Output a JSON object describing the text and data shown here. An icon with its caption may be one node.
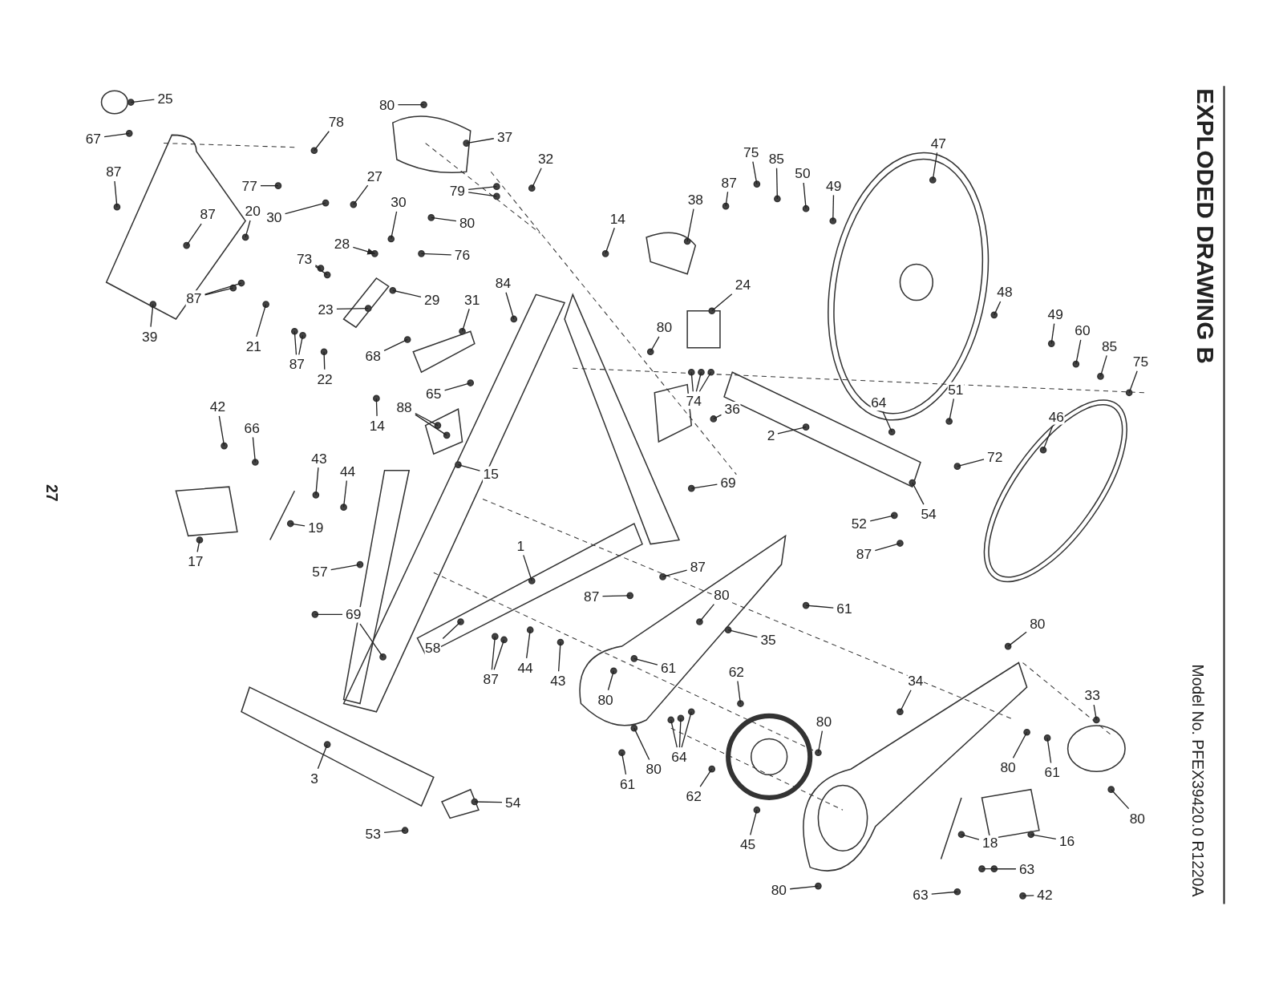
{
  "diagram": {
    "title": "EXPLODED DRAWING B",
    "nodes": [
      {
        "text": [
          "25"
        ]
      },
      {
        "text": [
          "67"
        ]
      },
      {
        "text": [
          "87"
        ]
      },
      {
        "text": [
          "87"
        ]
      },
      {
        "text": [
          "39"
        ]
      },
      {
        "text": [
          "20"
        ]
      },
      {
        "text": [
          "77"
        ]
      },
      {
        "text": [
          "30"
        ]
      },
      {
        "text": [
          "78"
        ]
      },
      {
        "text": [
          "27"
        ]
      },
      {
        "text": [
          "30"
        ]
      },
      {
        "text": [
          "28"
        ]
      },
      {
        "text": [
          "76"
        ]
      },
      {
        "text": [
          "73"
        ]
      },
      {
        "text": [
          "29"
        ]
      },
      {
        "text": [
          "23"
        ]
      },
      {
        "text": [
          "87"
        ]
      },
      {
        "text": [
          "21"
        ]
      },
      {
        "text": [
          "87"
        ]
      },
      {
        "text": [
          "22"
        ]
      },
      {
        "text": [
          "68"
        ]
      },
      {
        "text": [
          "80"
        ]
      },
      {
        "text": [
          "37"
        ]
      },
      {
        "text": [
          "32"
        ]
      },
      {
        "text": [
          "79"
        ]
      },
      {
        "text": [
          "80"
        ]
      },
      {
        "text": [
          "14"
        ]
      },
      {
        "text": [
          "84"
        ]
      },
      {
        "text": [
          "31"
        ]
      },
      {
        "text": [
          "65"
        ]
      },
      {
        "text": [
          "14"
        ]
      },
      {
        "text": [
          "88"
        ]
      },
      {
        "text": [
          "15"
        ]
      },
      {
        "text": [
          "42"
        ]
      },
      {
        "text": [
          "66"
        ]
      },
      {
        "text": [
          "43"
        ]
      },
      {
        "text": [
          "44"
        ]
      },
      {
        "text": [
          "19"
        ]
      },
      {
        "text": [
          "17"
        ]
      },
      {
        "text": [
          "57"
        ]
      },
      {
        "text": [
          "1"
        ]
      },
      {
        "text": [
          "69"
        ]
      },
      {
        "text": [
          "58"
        ]
      },
      {
        "text": [
          "87"
        ]
      },
      {
        "text": [
          "44"
        ]
      },
      {
        "text": [
          "43"
        ]
      },
      {
        "text": [
          "38"
        ]
      },
      {
        "text": [
          "87"
        ]
      },
      {
        "text": [
          "24"
        ]
      },
      {
        "text": [
          "80"
        ]
      },
      {
        "text": [
          "74"
        ]
      },
      {
        "text": [
          "36"
        ]
      },
      {
        "text": [
          "75"
        ]
      },
      {
        "text": [
          "85"
        ]
      },
      {
        "text": [
          "50"
        ]
      },
      {
        "text": [
          "49"
        ]
      },
      {
        "text": [
          "47"
        ]
      },
      {
        "text": [
          "48"
        ]
      },
      {
        "text": [
          "49"
        ]
      },
      {
        "text": [
          "60"
        ]
      },
      {
        "text": [
          "85"
        ]
      },
      {
        "text": [
          "75"
        ]
      },
      {
        "text": [
          "46"
        ]
      },
      {
        "text": [
          "64"
        ]
      },
      {
        "text": [
          "51"
        ]
      },
      {
        "text": [
          "72"
        ]
      },
      {
        "text": [
          "2"
        ]
      },
      {
        "text": [
          "54"
        ]
      },
      {
        "text": [
          "52"
        ]
      },
      {
        "text": [
          "87"
        ]
      },
      {
        "text": [
          "69"
        ]
      },
      {
        "text": [
          "87"
        ]
      },
      {
        "text": [
          "80"
        ]
      },
      {
        "text": [
          "61"
        ]
      },
      {
        "text": [
          "87"
        ]
      },
      {
        "text": [
          "35"
        ]
      },
      {
        "text": [
          "61"
        ]
      },
      {
        "text": [
          "80"
        ]
      },
      {
        "text": [
          "62"
        ]
      },
      {
        "text": [
          "64"
        ]
      },
      {
        "text": [
          "80"
        ]
      },
      {
        "text": [
          "61"
        ]
      },
      {
        "text": [
          "62"
        ]
      },
      {
        "text": [
          "45"
        ]
      },
      {
        "text": [
          "80"
        ]
      },
      {
        "text": [
          "34"
        ]
      },
      {
        "text": [
          "80"
        ]
      },
      {
        "text": [
          "33"
        ]
      },
      {
        "text": [
          "80"
        ]
      },
      {
        "text": [
          "61"
        ]
      },
      {
        "text": [
          "80"
        ]
      },
      {
        "text": [
          "18"
        ]
      },
      {
        "text": [
          "16"
        ]
      },
      {
        "text": [
          "63"
        ]
      },
      {
        "text": [
          "63"
        ]
      },
      {
        "text": [
          "42"
        ]
      },
      {
        "text": [
          "80"
        ]
      },
      {
        "text": [
          "3"
        ]
      },
      {
        "text": [
          "54"
        ]
      },
      {
        "text": [
          "53"
        ]
      }
    ],
    "edges": [
      {
        "from": 0,
        "to": null,
        "arrow": "none"
      },
      {
        "from": 1,
        "to": null,
        "arrow": "none"
      },
      {
        "from": 2,
        "to": null,
        "arrow": "none"
      },
      {
        "from": 3,
        "to": null,
        "arrow": "none"
      },
      {
        "from": 4,
        "to": null,
        "arrow": "none"
      },
      {
        "from": 5,
        "to": null,
        "arrow": "none"
      },
      {
        "from": 6,
        "to": null,
        "arrow": "none"
      },
      {
        "from": 7,
        "to": null,
        "arrow": "none"
      },
      {
        "from": 8,
        "to": null,
        "arrow": "none"
      },
      {
        "from": 9,
        "to": null,
        "arrow": "none"
      },
      {
        "from": 10,
        "to": null,
        "arrow": "none"
      },
      {
        "from": 11,
        "to": null,
        "arrow": "to"
      },
      {
        "from": 12,
        "to": null,
        "arrow": "none"
      },
      {
        "from": 13,
        "to": null,
        "arrow": "none"
      },
      {
        "from": 13,
        "to": null,
        "arrow": "none"
      },
      {
        "from": 14,
        "to": null,
        "arrow": "none"
      },
      {
        "from": 15,
        "to": null,
        "arrow": "none"
      },
      {
        "from": 16,
        "to": null,
        "arrow": "none"
      },
      {
        "from": 16,
        "to": null,
        "arrow": "none"
      },
      {
        "from": 17,
        "to": null,
        "arrow": "none"
      },
      {
        "from": 18,
        "to": null,
        "arrow": "none"
      },
      {
        "from": 18,
        "to": null,
        "arrow": "none"
      },
      {
        "from": 19,
        "to": null,
        "arrow": "none"
      },
      {
        "from": 20,
        "to": null,
        "arrow": "none"
      },
      {
        "from": 21,
        "to": null,
        "arrow": "none"
      },
      {
        "from": 22,
        "to": null,
        "arrow": "none"
      },
      {
        "from": 23,
        "to": null,
        "arrow": "none"
      },
      {
        "from": 24,
        "to": null,
        "arrow": "none"
      },
      {
        "from": 24,
        "to": null,
        "arrow": "none"
      },
      {
        "from": 25,
        "to": null,
        "arrow": "none"
      },
      {
        "from": 26,
        "to": null,
        "arrow": "none"
      },
      {
        "from": 27,
        "to": null,
        "arrow": "none"
      },
      {
        "from": 28,
        "to": null,
        "arrow": "none"
      },
      {
        "from": 29,
        "to": null,
        "arrow": "none"
      },
      {
        "from": 30,
        "to": null,
        "arrow": "none"
      },
      {
        "from": 31,
        "to": null,
        "arrow": "none"
      },
      {
        "from": 31,
        "to": null,
        "arrow": "none"
      },
      {
        "from": 32,
        "to": null,
        "arrow": "none"
      },
      {
        "from": 33,
        "to": null,
        "arrow": "none"
      },
      {
        "from": 34,
        "to": null,
        "arrow": "none"
      },
      {
        "from": 35,
        "to": null,
        "arrow": "none"
      },
      {
        "from": 36,
        "to": null,
        "arrow": "none"
      },
      {
        "from": 37,
        "to": null,
        "arrow": "none"
      },
      {
        "from": 38,
        "to": null,
        "arrow": "none"
      },
      {
        "from": 39,
        "to": null,
        "arrow": "none"
      },
      {
        "from": 40,
        "to": null,
        "arrow": "none"
      },
      {
        "from": 41,
        "to": null,
        "arrow": "none"
      },
      {
        "from": 41,
        "to": null,
        "arrow": "none"
      },
      {
        "from": 42,
        "to": null,
        "arrow": "none"
      },
      {
        "from": 43,
        "to": null,
        "arrow": "none"
      },
      {
        "from": 43,
        "to": null,
        "arrow": "none"
      },
      {
        "from": 44,
        "to": null,
        "arrow": "none"
      },
      {
        "from": 45,
        "to": null,
        "arrow": "none"
      },
      {
        "from": 46,
        "to": null,
        "arrow": "none"
      },
      {
        "from": 47,
        "to": null,
        "arrow": "none"
      },
      {
        "from": 48,
        "to": null,
        "arrow": "none"
      },
      {
        "from": 49,
        "to": null,
        "arrow": "none"
      },
      {
        "from": 50,
        "to": null,
        "arrow": "none"
      },
      {
        "from": 50,
        "to": null,
        "arrow": "none"
      },
      {
        "from": 50,
        "to": null,
        "arrow": "none"
      },
      {
        "from": 51,
        "to": null,
        "arrow": "none"
      },
      {
        "from": 52,
        "to": null,
        "arrow": "none"
      },
      {
        "from": 53,
        "to": null,
        "arrow": "none"
      },
      {
        "from": 54,
        "to": null,
        "arrow": "none"
      },
      {
        "from": 55,
        "to": null,
        "arrow": "none"
      },
      {
        "from": 56,
        "to": null,
        "arrow": "none"
      },
      {
        "from": 57,
        "to": null,
        "arrow": "none"
      },
      {
        "from": 58,
        "to": null,
        "arrow": "none"
      },
      {
        "from": 59,
        "to": null,
        "arrow": "none"
      },
      {
        "from": 60,
        "to": null,
        "arrow": "none"
      },
      {
        "from": 61,
        "to": null,
        "arrow": "none"
      },
      {
        "from": 62,
        "to": null,
        "arrow": "none"
      },
      {
        "from": 63,
        "to": null,
        "arrow": "none"
      },
      {
        "from": 64,
        "to": null,
        "arrow": "none"
      },
      {
        "from": 65,
        "to": null,
        "arrow": "none"
      },
      {
        "from": 66,
        "to": null,
        "arrow": "none"
      },
      {
        "from": 67,
        "to": null,
        "arrow": "none"
      },
      {
        "from": 68,
        "to": null,
        "arrow": "none"
      },
      {
        "from": 69,
        "to": null,
        "arrow": "none"
      },
      {
        "from": 70,
        "to": null,
        "arrow": "none"
      },
      {
        "from": 71,
        "to": null,
        "arrow": "none"
      },
      {
        "from": 72,
        "to": null,
        "arrow": "none"
      },
      {
        "from": 73,
        "to": null,
        "arrow": "none"
      },
      {
        "from": 74,
        "to": null,
        "arrow": "none"
      },
      {
        "from": 75,
        "to": null,
        "arrow": "none"
      },
      {
        "from": 76,
        "to": null,
        "arrow": "none"
      },
      {
        "from": 77,
        "to": null,
        "arrow": "none"
      },
      {
        "from": 78,
        "to": null,
        "arrow": "none"
      },
      {
        "from": 79,
        "to": null,
        "arrow": "none"
      },
      {
        "from": 79,
        "to": null,
        "arrow": "none"
      },
      {
        "from": 79,
        "to": null,
        "arrow": "none"
      },
      {
        "from": 80,
        "to": null,
        "arrow": "none"
      },
      {
        "from": 81,
        "to": null,
        "arrow": "none"
      },
      {
        "from": 82,
        "to": null,
        "arrow": "none"
      },
      {
        "from": 83,
        "to": null,
        "arrow": "none"
      },
      {
        "from": 84,
        "to": null,
        "arrow": "none"
      },
      {
        "from": 85,
        "to": null,
        "arrow": "none"
      },
      {
        "from": 86,
        "to": null,
        "arrow": "none"
      },
      {
        "from": 87,
        "to": null,
        "arrow": "none"
      },
      {
        "from": 88,
        "to": null,
        "arrow": "none"
      },
      {
        "from": 89,
        "to": null,
        "arrow": "none"
      },
      {
        "from": 90,
        "to": null,
        "arrow": "none"
      },
      {
        "from": 91,
        "to": null,
        "arrow": "none"
      },
      {
        "from": 92,
        "to": null,
        "arrow": "none"
      },
      {
        "from": 93,
        "to": null,
        "arrow": "none"
      },
      {
        "from": 93,
        "to": null,
        "arrow": "none"
      },
      {
        "from": 94,
        "to": null,
        "arrow": "none"
      },
      {
        "from": 95,
        "to": null,
        "arrow": "none"
      },
      {
        "from": 96,
        "to": null,
        "arrow": "none"
      },
      {
        "from": 97,
        "to": null,
        "arrow": "none"
      },
      {
        "from": 98,
        "to": null,
        "arrow": "none"
      },
      {
        "from": 99,
        "to": null,
        "arrow": "none"
      }
    ],
    "labels": [
      "Model No. PFEX39420.0 R1220A",
      "27"
    ]
  }
}
